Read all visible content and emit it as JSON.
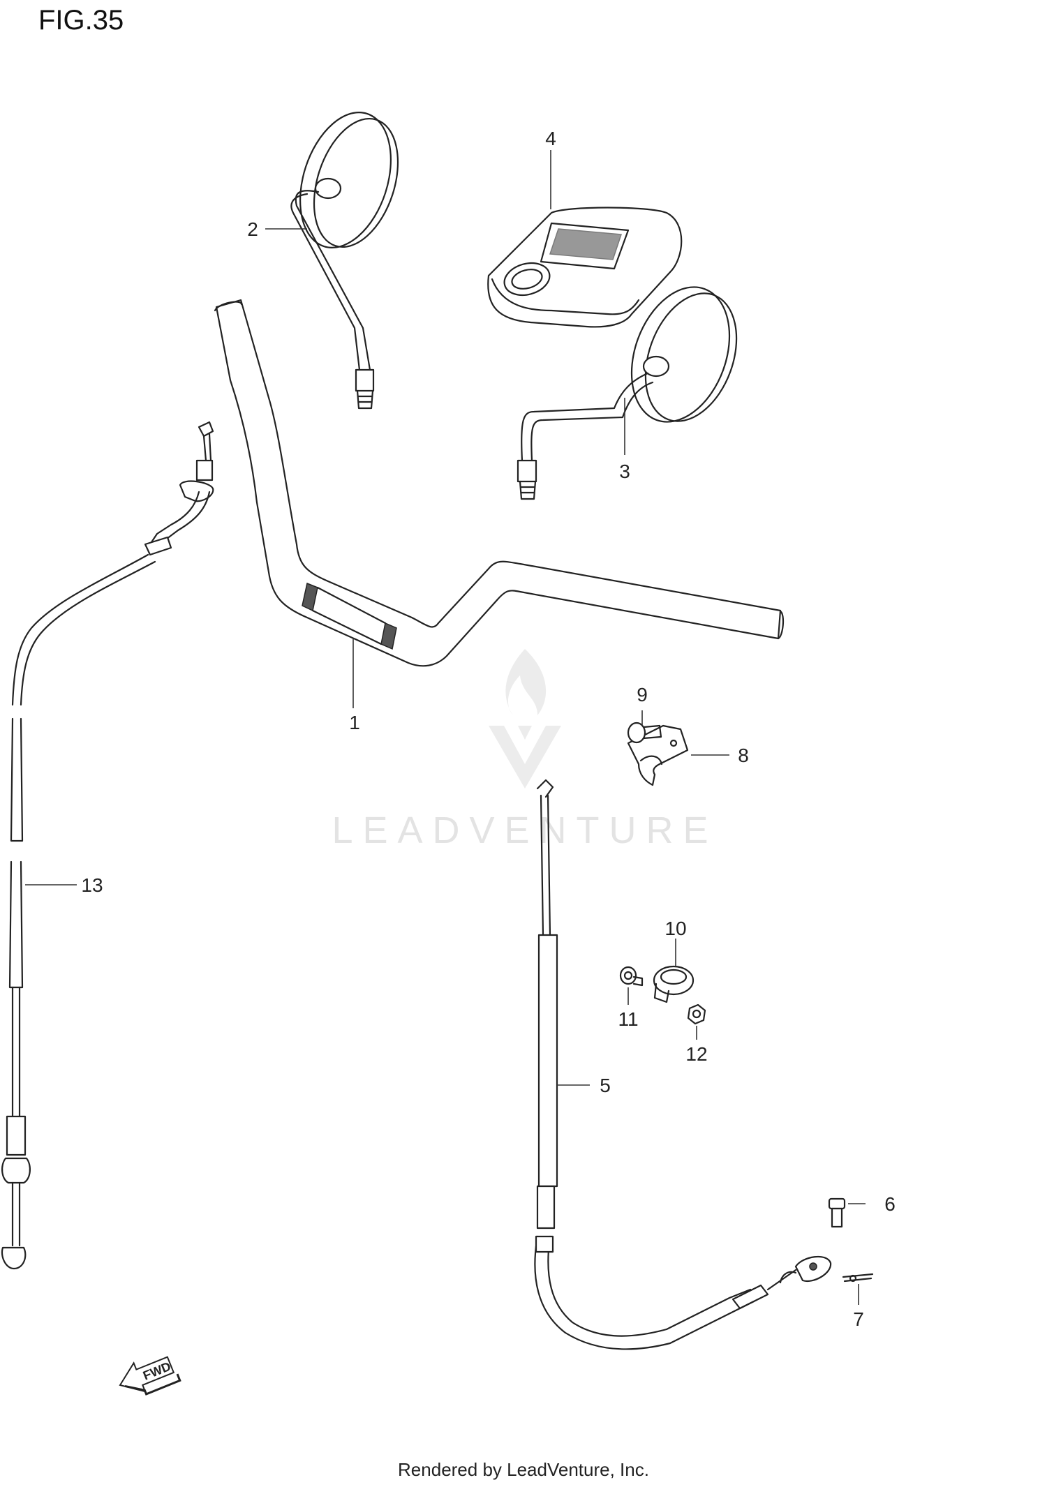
{
  "figure": {
    "title": "FIG.35"
  },
  "callouts": [
    {
      "id": "1",
      "text": "1"
    },
    {
      "id": "2",
      "text": "2"
    },
    {
      "id": "3",
      "text": "3"
    },
    {
      "id": "4",
      "text": "4"
    },
    {
      "id": "5",
      "text": "5"
    },
    {
      "id": "6",
      "text": "6"
    },
    {
      "id": "7",
      "text": "7"
    },
    {
      "id": "8",
      "text": "8"
    },
    {
      "id": "9",
      "text": "9"
    },
    {
      "id": "10",
      "text": "10"
    },
    {
      "id": "11",
      "text": "11"
    },
    {
      "id": "12",
      "text": "12"
    },
    {
      "id": "13",
      "text": "13"
    }
  ],
  "direction_marker": {
    "label": "FWD"
  },
  "watermark": {
    "brand": "LEADVENTURE"
  },
  "footer": {
    "credit": "Rendered by LeadVenture, Inc."
  }
}
